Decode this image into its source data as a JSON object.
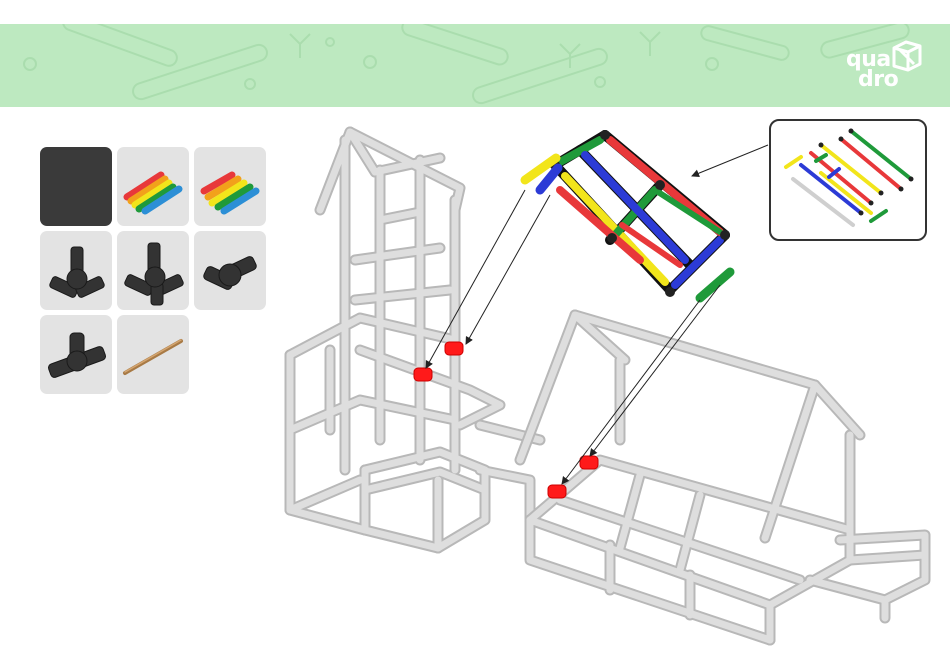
{
  "header": {
    "background_color": "#bde9c0",
    "logo": {
      "line1": "qua",
      "line2": "dro",
      "color": "#ffffff",
      "icon": "cube-icon"
    }
  },
  "parts_legend": {
    "tiles": [
      {
        "name": "part-blank",
        "icon": "blank-dark-tile"
      },
      {
        "name": "part-tubes-short",
        "icon": "colored-tubes-icon"
      },
      {
        "name": "part-tubes-long",
        "icon": "colored-tubes-icon"
      },
      {
        "name": "part-3way-connector",
        "icon": "three-way-connector-icon"
      },
      {
        "name": "part-4way-connector",
        "icon": "four-way-connector-icon"
      },
      {
        "name": "part-elbow-connector",
        "icon": "elbow-connector-icon"
      },
      {
        "name": "part-tee-connector",
        "icon": "tee-connector-icon"
      },
      {
        "name": "part-rod",
        "icon": "wooden-rod-icon"
      }
    ]
  },
  "colors": {
    "frame": "#d8d8d8",
    "frame_edge": "#b5b5b5",
    "tube_red": "#e8383a",
    "tube_yellow": "#f2e51b",
    "tube_blue": "#2c3bd6",
    "tube_green": "#1f9a3a",
    "connector_dark": "#2e2e2e",
    "highlight_red": "#ff1a1a"
  }
}
